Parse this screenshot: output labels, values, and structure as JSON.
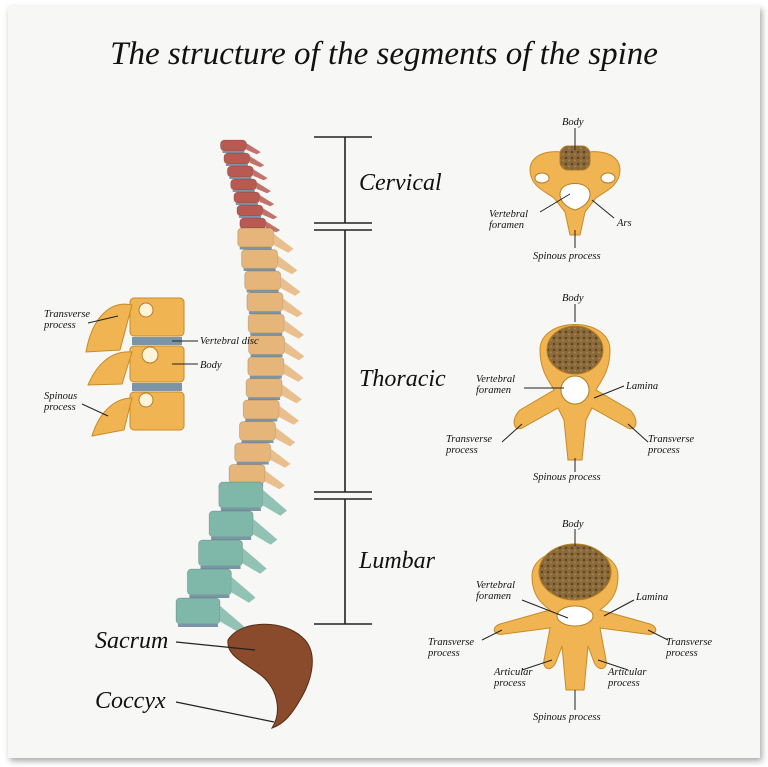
{
  "title": "The structure of the segments of the spine",
  "colors": {
    "cervical": "#b85a52",
    "thoracic": "#e6b57a",
    "lumbar": "#7fb8a8",
    "sacrum": "#8a4a2c",
    "disc": "#7b95a6",
    "bone": "#f0b552",
    "bone_dark": "#c88a26",
    "body_fill": "#8a6a3a"
  },
  "segments": {
    "cervical": "Cervical",
    "thoracic": "Thoracic",
    "lumbar": "Lumbar",
    "sacrum": "Sacrum",
    "coccyx": "Coccyx"
  },
  "side_view": {
    "transverse": "Transverse\nprocess",
    "disc": "Vertebral disc",
    "body": "Body",
    "spinous": "Spinous\nprocess"
  },
  "cervical_vert": {
    "body": "Body",
    "foramen": "Vertebral\nforamen",
    "ars": "Ars",
    "spinous": "Spinous process"
  },
  "thoracic_vert": {
    "body": "Body",
    "foramen": "Vertebral\nforamen",
    "lamina": "Lamina",
    "transverse_left": "Transverse\nprocess",
    "transverse_right": "Transverse\nprocess",
    "spinous": "Spinous process"
  },
  "lumbar_vert": {
    "body": "Body",
    "foramen": "Vertebral\nforamen",
    "lamina": "Lamina",
    "transverse_left": "Transverse\nprocess",
    "transverse_right": "Transverse\nprocess",
    "articular_left": "Articular\nprocess",
    "articular_right": "Articular\nprocess",
    "spinous": "Spinous process"
  }
}
